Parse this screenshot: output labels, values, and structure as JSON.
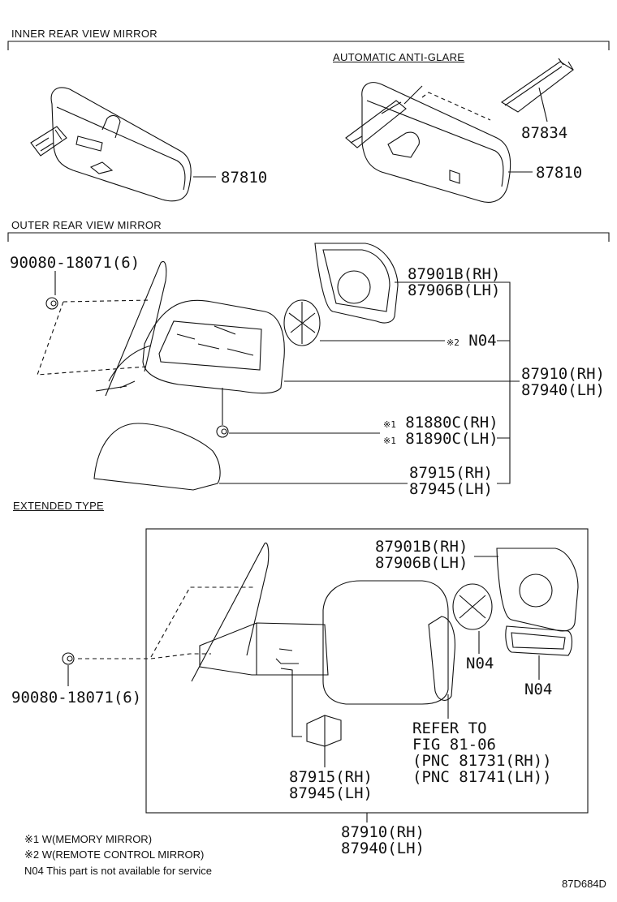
{
  "sections": {
    "inner_title": "INNER REAR VIEW MIRROR",
    "anti_glare": "AUTOMATIC ANTI-GLARE",
    "outer_title": "OUTER REAR VIEW MIRROR",
    "extended_title": "EXTENDED TYPE"
  },
  "inner": {
    "mirror_pn": "87810",
    "anti_glare_mirror_pn": "87810",
    "cover_pn": "87834"
  },
  "outer": {
    "screw_pn": "90080-18071(6)",
    "glass_rh": "87901B(RH)",
    "glass_lh": "87906B(LH)",
    "motor_mark": "※2",
    "motor_pn": "N04",
    "assy_rh": "87910(RH)",
    "assy_lh": "87940(LH)",
    "lamp_mark_1": "※1",
    "lamp_rh": "81880C(RH)",
    "lamp_mark_2": "※1",
    "lamp_lh": "81890C(LH)",
    "cover_rh": "87915(RH)",
    "cover_lh": "87945(LH)"
  },
  "extended": {
    "glass_rh": "87901B(RH)",
    "glass_lh": "87906B(LH)",
    "motor_pn": "N04",
    "frame_pn": "N04",
    "screw_pn": "90080-18071(6)",
    "refer_1": "REFER TO",
    "refer_2": "FIG 81-06",
    "refer_3": "(PNC 81731(RH))",
    "refer_4": "(PNC 81741(LH))",
    "cover_rh": "87915(RH)",
    "cover_lh": "87945(LH)",
    "assy_rh": "87910(RH)",
    "assy_lh": "87940(LH)"
  },
  "notes": {
    "n1_mark": "※1",
    "n1_text": " W(MEMORY MIRROR)",
    "n2_mark": "※2",
    "n2_text": " W(REMOTE CONTROL MIRROR)",
    "n3": "N04 This part is not available for service"
  },
  "figure_id": "87D684D"
}
